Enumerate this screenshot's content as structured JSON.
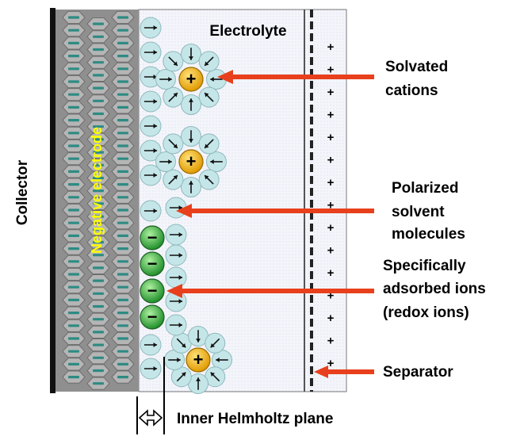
{
  "labels": {
    "collector": "Collector",
    "negative_electrode": "Negative electrode",
    "electrolyte": "Electrolyte",
    "solvated_cations": [
      "Solvated",
      "cations"
    ],
    "polarized_solvent": [
      "Polarized",
      "solvent",
      "molecules"
    ],
    "specifically_adsorbed": [
      "Specifically",
      "adsorbed ions",
      "(redox ions)"
    ],
    "separator": "Separator",
    "inner_helmholtz_plane": "Inner Helmholtz plane"
  },
  "symbols": {
    "cation": "+",
    "anion": "−",
    "separator_charge": "+"
  },
  "colors": {
    "electrode_fill": "#8f8f8f",
    "hexagon_fill": "#b5b5b5",
    "dash_fill": "#2e8b83",
    "electrolyte_fill": "#f2f4fb",
    "solvent_fill": "#c5e6e8",
    "cation_fill": "#f2b10f",
    "anion_fill": "#3cb043",
    "arrow_color": "#e8401c",
    "negative_electrode_text": "#ffff00"
  }
}
